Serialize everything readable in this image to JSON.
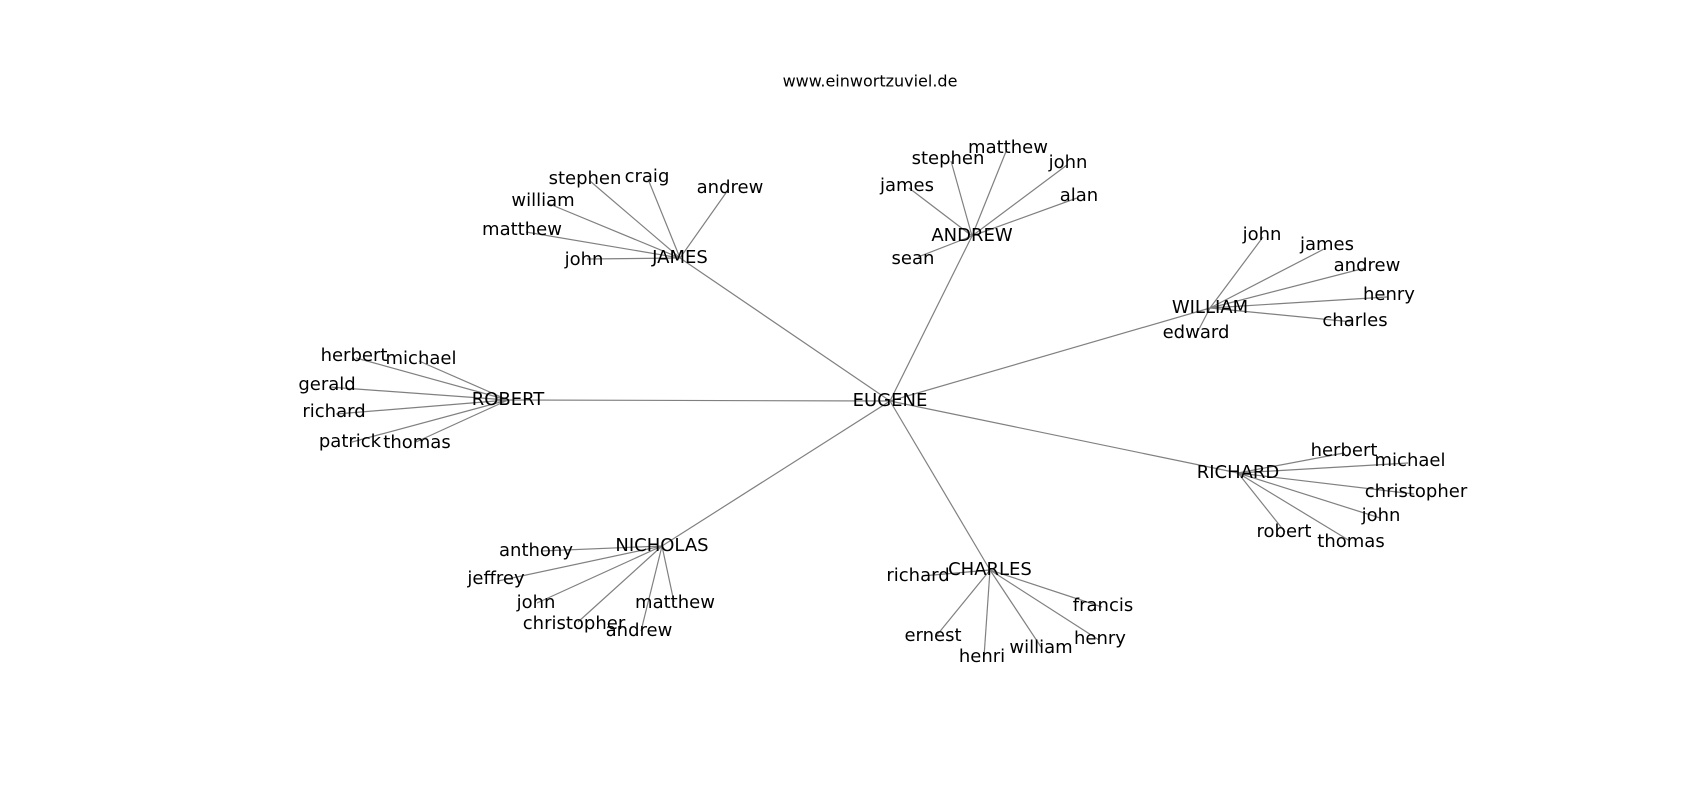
{
  "watermark": "www.einwortzuviel.de",
  "graph": {
    "center": "EUGENE",
    "hubs": [
      {
        "id": "james",
        "label": "JAMES",
        "leaves": [
          "stephen",
          "craig",
          "andrew",
          "william",
          "matthew",
          "john"
        ]
      },
      {
        "id": "andrew",
        "label": "ANDREW",
        "leaves": [
          "matthew",
          "stephen",
          "john",
          "james",
          "alan",
          "sean"
        ]
      },
      {
        "id": "william",
        "label": "WILLIAM",
        "leaves": [
          "john",
          "james",
          "andrew",
          "henry",
          "charles",
          "edward"
        ]
      },
      {
        "id": "robert",
        "label": "ROBERT",
        "leaves": [
          "herbert",
          "michael",
          "gerald",
          "richard",
          "patrick",
          "thomas"
        ]
      },
      {
        "id": "richard",
        "label": "RICHARD",
        "leaves": [
          "herbert",
          "michael",
          "christopher",
          "john",
          "robert",
          "thomas"
        ]
      },
      {
        "id": "nicholas",
        "label": "NICHOLAS",
        "leaves": [
          "anthony",
          "jeffrey",
          "john",
          "matthew",
          "christopher",
          "andrew"
        ]
      },
      {
        "id": "charles",
        "label": "CHARLES",
        "leaves": [
          "richard",
          "francis",
          "ernest",
          "henry",
          "william",
          "henri"
        ]
      }
    ]
  }
}
